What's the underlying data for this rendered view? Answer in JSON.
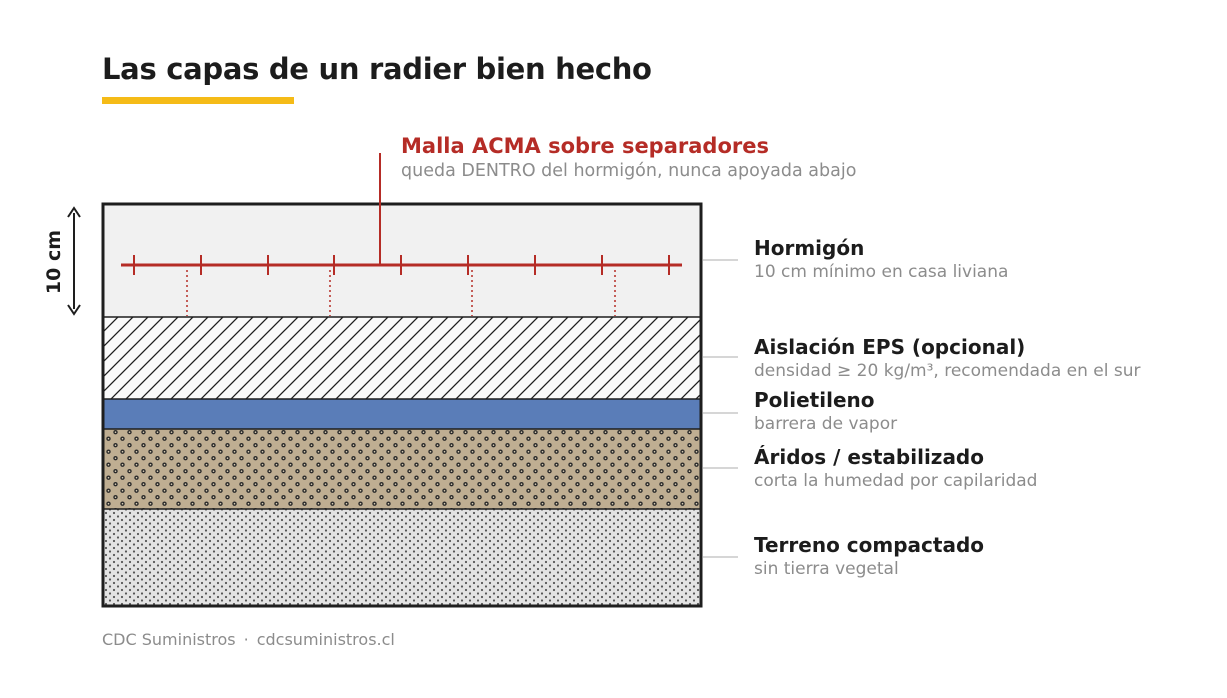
{
  "title": "Las capas de un radier bien hecho",
  "colors": {
    "accent": "#f5bb17",
    "mesh": "#b52c26",
    "concrete": "#f1f1f1",
    "eps": "#fafafa",
    "polyethylene": "#5a7db8",
    "aggregate": "#bfae92",
    "soil": "#e3e3e3",
    "outline": "#1e1e1e",
    "leader": "#c8c8c8"
  },
  "mesh": {
    "heading": "Malla ACMA sobre separadores",
    "subtitle": "queda DENTRO del hormigón, nunca apoyada abajo"
  },
  "depth": {
    "label": "10 cm",
    "icon": "double-arrow-vertical-icon"
  },
  "layers": [
    {
      "id": "concrete",
      "name": "Hormigón",
      "description": "10 cm mínimo en casa liviana"
    },
    {
      "id": "eps",
      "name": "Aislación EPS (opcional)",
      "description": "densidad ≥ 20 kg/m³, recomendada en el sur"
    },
    {
      "id": "polyethylene",
      "name": "Polietileno",
      "description": "barrera de vapor"
    },
    {
      "id": "aggregate",
      "name": "Áridos / estabilizado",
      "description": "corta la humedad por capilaridad"
    },
    {
      "id": "soil",
      "name": "Terreno compactado",
      "description": "sin tierra vegetal"
    }
  ],
  "footer": {
    "brand": "CDC Suministros",
    "separator": "·",
    "website": "cdcsuministros.cl"
  }
}
